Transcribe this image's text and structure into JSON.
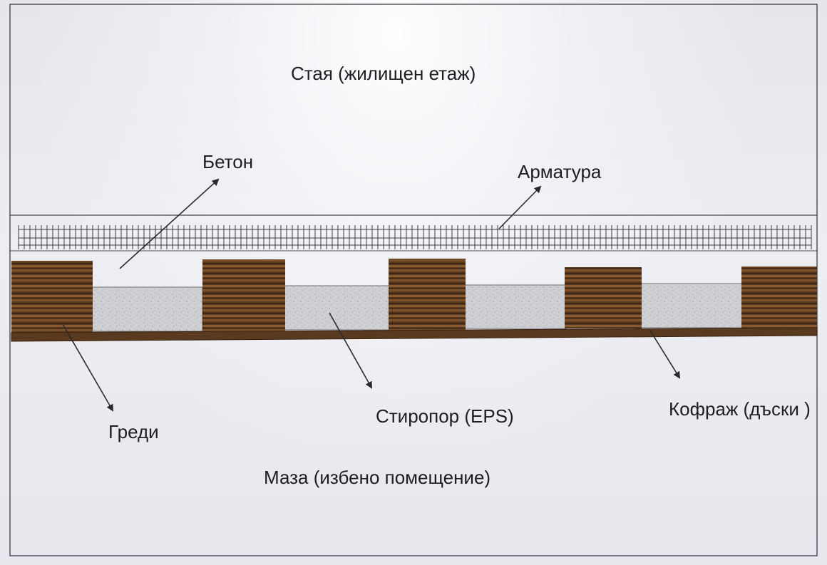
{
  "labels": {
    "room": "Стая (жилищен етаж)",
    "concrete": "Бетон",
    "rebar": "Арматура",
    "beams": "Греди",
    "eps": "Стиропор (EPS)",
    "formwork": "Кофраж (дъски )",
    "basement": "Маза (избено помещение)"
  },
  "colors": {
    "wood_dark": "#4a2f18",
    "wood_mid": "#6b4423",
    "wood_light": "#8a5a30",
    "eps": "#c9cacc",
    "rebar": "#3c3c40",
    "frame": "#4a4a50",
    "concrete_band": "#eef0f3"
  }
}
